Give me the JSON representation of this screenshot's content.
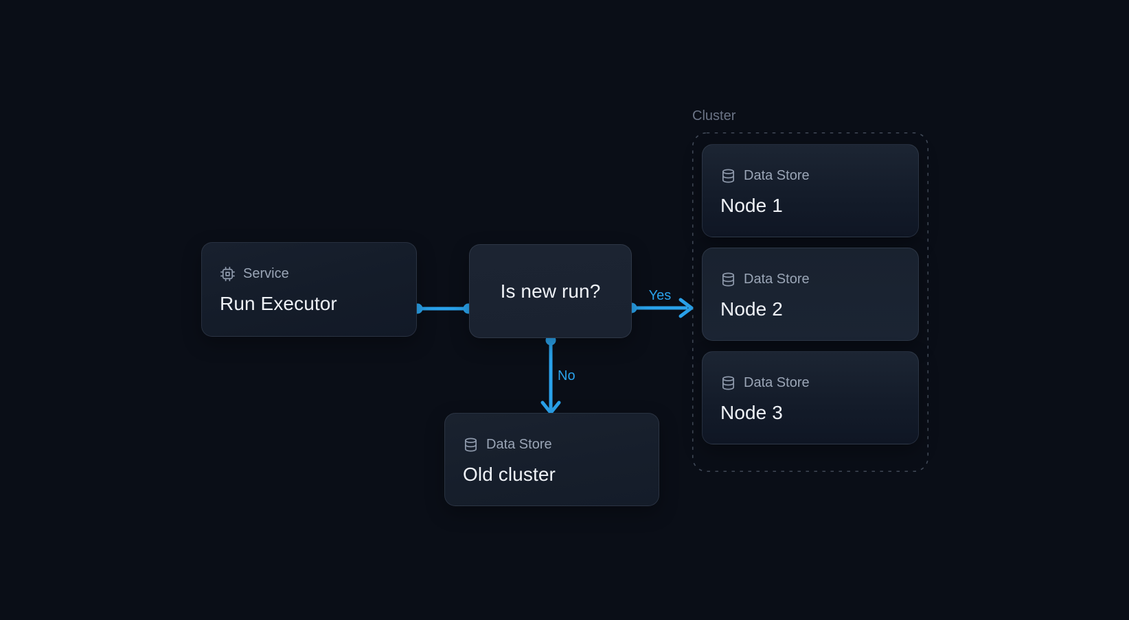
{
  "colors": {
    "bg": "#0a0e17",
    "accent": "#2aa2eb",
    "label-text": "#9aa5b6",
    "title-text": "#eef1f6",
    "cluster-label": "#6b7486",
    "node-border": "rgba(148,163,184,0.16)",
    "cluster-border": "rgba(148,163,184,0.40)"
  },
  "nodes": {
    "service": {
      "icon": "cpu-icon",
      "type_label": "Service",
      "title": "Run Executor"
    },
    "decision": {
      "title": "Is new run?"
    },
    "old_cluster": {
      "icon": "database-icon",
      "type_label": "Data Store",
      "title": "Old cluster"
    }
  },
  "cluster": {
    "label": "Cluster",
    "nodes": [
      {
        "icon": "database-icon",
        "type_label": "Data Store",
        "title": "Node 1"
      },
      {
        "icon": "database-icon",
        "type_label": "Data Store",
        "title": "Node 2"
      },
      {
        "icon": "database-icon",
        "type_label": "Data Store",
        "title": "Node 3"
      }
    ]
  },
  "edges": {
    "yes_label": "Yes",
    "no_label": "No"
  }
}
